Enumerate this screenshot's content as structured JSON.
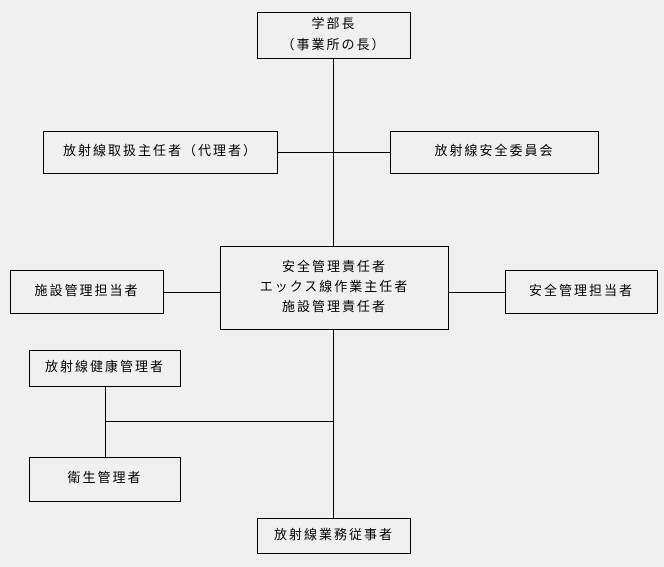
{
  "diagram": {
    "colors": {
      "background": "#f0f0f0",
      "border": "#000000",
      "text": "#000000"
    },
    "boxes": {
      "dean": {
        "lines": [
          "学部長",
          "（事業所の長）"
        ]
      },
      "chief_handler": {
        "label": "放射線取扱主任者（代理者）"
      },
      "safety_committee": {
        "label": "放射線安全委員会"
      },
      "central": {
        "lines": [
          "安全管理責任者",
          "エックス線作業主任者",
          "施設管理責任者"
        ]
      },
      "facility_staff": {
        "label": "施設管理担当者"
      },
      "safety_staff": {
        "label": "安全管理担当者"
      },
      "health_manager": {
        "label": "放射線健康管理者"
      },
      "hygiene_manager": {
        "label": "衛生管理者"
      },
      "radiation_workers": {
        "label": "放射線業務従事者"
      }
    }
  }
}
